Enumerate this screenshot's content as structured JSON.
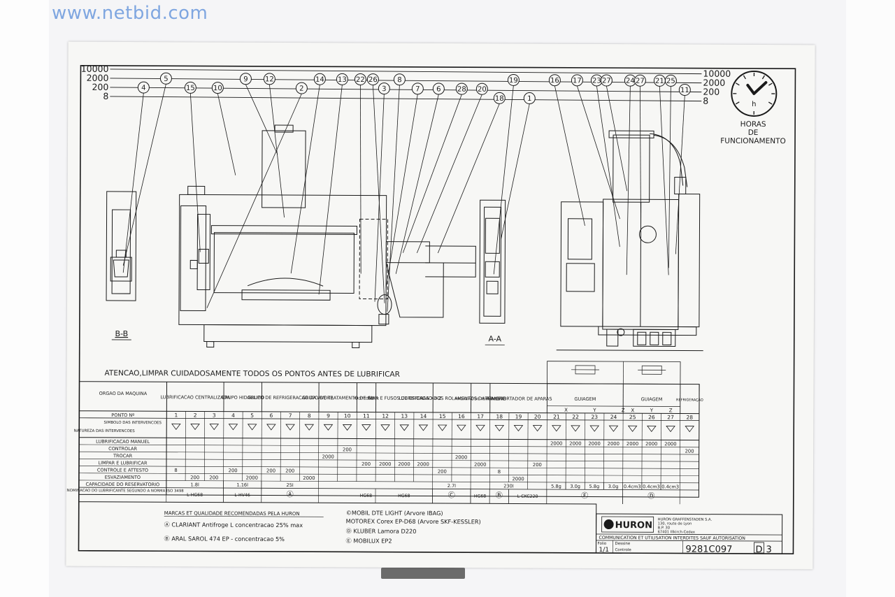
{
  "watermark": "www.netbid.com",
  "scale_left": [
    "10000",
    "2000",
    "200",
    "8"
  ],
  "scale_right": [
    "10000",
    "2000",
    "200",
    "8"
  ],
  "clock_caption": [
    "HORAS",
    "DE",
    "FUNCIONAMENTO"
  ],
  "clock_letter": "h",
  "top_bubbles": [
    {
      "n": "4",
      "row": 3
    },
    {
      "n": "5",
      "row": 1
    },
    {
      "n": "15",
      "row": 3
    },
    {
      "n": "10",
      "row": 3
    },
    {
      "n": "9",
      "row": 1
    },
    {
      "n": "12",
      "row": 1
    },
    {
      "n": "2",
      "row": 3
    },
    {
      "n": "14",
      "row": 1
    },
    {
      "n": "13",
      "row": 1
    },
    {
      "n": "22",
      "row": 1
    },
    {
      "n": "26",
      "row": 1
    },
    {
      "n": "3",
      "row": 3
    },
    {
      "n": "8",
      "row": 1
    },
    {
      "n": "7",
      "row": 3
    },
    {
      "n": "6",
      "row": 3
    },
    {
      "n": "28",
      "row": 3
    },
    {
      "n": "20",
      "row": 3
    },
    {
      "n": "18",
      "row": 4
    },
    {
      "n": "19",
      "row": 1
    },
    {
      "n": "1",
      "row": 4
    },
    {
      "n": "16",
      "row": 1
    },
    {
      "n": "17",
      "row": 1
    },
    {
      "n": "23",
      "row": 1
    },
    {
      "n": "27",
      "row": 1
    },
    {
      "n": "24",
      "row": 1
    },
    {
      "n": "27",
      "row": 1
    },
    {
      "n": "21",
      "row": 1
    },
    {
      "n": "25",
      "row": 1
    },
    {
      "n": "11",
      "row": 3
    }
  ],
  "view_labels": {
    "bb": "B-B",
    "aa": "A-A"
  },
  "warning": "ATENCAO,LIMPAR CUIDADOSAMENTE TODOS OS PONTOS ANTES DE LUBRIFICAR",
  "table": {
    "groups": [
      "ORGAO DA MAQUINA",
      "LUBRIFICACAO CENTRALIZADA",
      "GRUPO HIDAULICO",
      "GRUPO DE REFRIGERACAO DA AVORE",
      "GRUPO DE TRATAMENTO DE AR",
      "PROTECTOR X",
      "GUIA E FUSOS DE ESFERAS X-Y-Z",
      "LUBRIFICACAO DOS ROLAMENTOS DA ARVORE",
      "MAGAZINE DE FERRAMENTAS",
      "TRANSPORTADOR DE APARAS",
      "GUIAGEM",
      "GUIAGEM",
      "REFRIGERAÇÃO"
    ],
    "axes": [
      "X",
      "Y",
      "Z",
      "X",
      "Y",
      "Z"
    ],
    "ponto_label": "PONTO Nº",
    "points": [
      "1",
      "2",
      "3",
      "4",
      "5",
      "6",
      "7",
      "8",
      "9",
      "10",
      "11",
      "12",
      "13",
      "14",
      "15",
      "16",
      "17",
      "18",
      "19",
      "20",
      "21",
      "22",
      "23",
      "24",
      "25",
      "26",
      "27",
      "28"
    ],
    "symbol_label": "SIMBOLO DAS INTERVENCOES",
    "nature_label": "NATUREZA DAS INTERVENCOES",
    "rows": [
      {
        "label": "LUBRIFICACAO MANUEL",
        "cells": {
          "21": "2000",
          "22": "2000",
          "23": "2000",
          "24": "2000",
          "25": "2000",
          "26": "2000",
          "27": "2000"
        }
      },
      {
        "label": "CONTROLAR",
        "cells": {
          "10": "200",
          "28": "200"
        }
      },
      {
        "label": "TROCAR",
        "cells": {
          "9": "2000",
          "16": "2000"
        }
      },
      {
        "label": "LIMPAR E LUBRIFICAR",
        "cells": {
          "11": "200",
          "12": "2000",
          "13": "2000",
          "14": "2000",
          "17": "2000",
          "20": "200"
        }
      },
      {
        "label": "CONTROLE E ATTESTO",
        "cells": {
          "1": "8",
          "4": "200",
          "6": "200",
          "7": "200",
          "15": "200",
          "18": "8"
        }
      },
      {
        "label": "ESVAZIAMENTO",
        "cells": {
          "2": "200",
          "3": "200",
          "5": "2000",
          "8": "2000",
          "19": "2000"
        }
      }
    ],
    "capacity_label": "CAPACIDADE DO RESERVATORIO",
    "capacity": [
      {
        "from": 1,
        "to": 3,
        "v": "1.8l"
      },
      {
        "from": 4,
        "to": 5,
        "v": "1.16l"
      },
      {
        "from": 6,
        "to": 8,
        "v": "25l"
      },
      {
        "from": 15,
        "to": 16,
        "v": "2.7l"
      },
      {
        "from": 18,
        "to": 19,
        "v": "230l"
      },
      {
        "from": 21,
        "to": 21,
        "v": "5.8g"
      },
      {
        "from": 22,
        "to": 22,
        "v": "3.0g"
      },
      {
        "from": 23,
        "to": 23,
        "v": "5.8g"
      },
      {
        "from": 24,
        "to": 24,
        "v": "3.0g"
      },
      {
        "from": 25,
        "to": 25,
        "v": "0.4cm3"
      },
      {
        "from": 26,
        "to": 26,
        "v": "0.4cm3"
      },
      {
        "from": 27,
        "to": 27,
        "v": "0.4cm3"
      }
    ],
    "denomination_label": "DENOMINACAO DO LUBRIFICANTE SEGUNDO A NORMA ISO 3498",
    "denomination": [
      {
        "from": 1,
        "to": 3,
        "v": "L-HG68"
      },
      {
        "from": 4,
        "to": 5,
        "v": "L-HV46"
      },
      {
        "from": 6,
        "to": 8,
        "v": "Ⓐ"
      },
      {
        "from": 12,
        "to": 14,
        "v": "HG68"
      },
      {
        "from": 15,
        "to": 16,
        "v": "Ⓒ"
      },
      {
        "from": 17,
        "to": 17,
        "v": "HG68"
      },
      {
        "from": 18,
        "to": 18,
        "v": "Ⓑ"
      },
      {
        "from": 19,
        "to": 20,
        "v": "L-CKC220"
      },
      {
        "from": 21,
        "to": 24,
        "v": "Ⓔ"
      },
      {
        "from": 25,
        "to": 27,
        "v": "Ⓓ"
      }
    ],
    "denomination_extra": {
      "col": 11,
      "v": "HG68"
    }
  },
  "brands_title": "MARCAS ET QUALIDADE RECOMENDADAS PELA HURON",
  "brands_left": [
    "Ⓐ CLARIANT Antifroge L concentracao 25% max",
    "Ⓑ ARAL SAROL 474 EP - concentracao 5%"
  ],
  "brands_right": [
    "©MOBIL DTE LIGHT (Arvore IBAG)",
    "MOTOREX Corex EP-D68 (Arvore SKF-KESSLER)",
    "Ⓓ KLUBER Lamora D220",
    "Ⓔ MOBILUX EP2"
  ],
  "company": {
    "logo": "HURON",
    "address": [
      "HURON GRAFFENSTADEN S.A.",
      "130, route de Lyon",
      "B.P. 30",
      "67401 Illkirch-Cedex"
    ],
    "notice": "COMMUNICATION ET UTILISATION INTERDITES SAUF AUTORISATION",
    "folio_label": "Folio",
    "folio": "1/1",
    "dessine": "Dessine",
    "controle": "Controle",
    "drawing_no": "9281C097",
    "rev": "D",
    "sheet": "3"
  },
  "colors": {
    "ink": "#1a1a1a",
    "paper": "#f7f7f5",
    "watermark": "#7fa6e0",
    "wall": "#f5f5f7"
  }
}
